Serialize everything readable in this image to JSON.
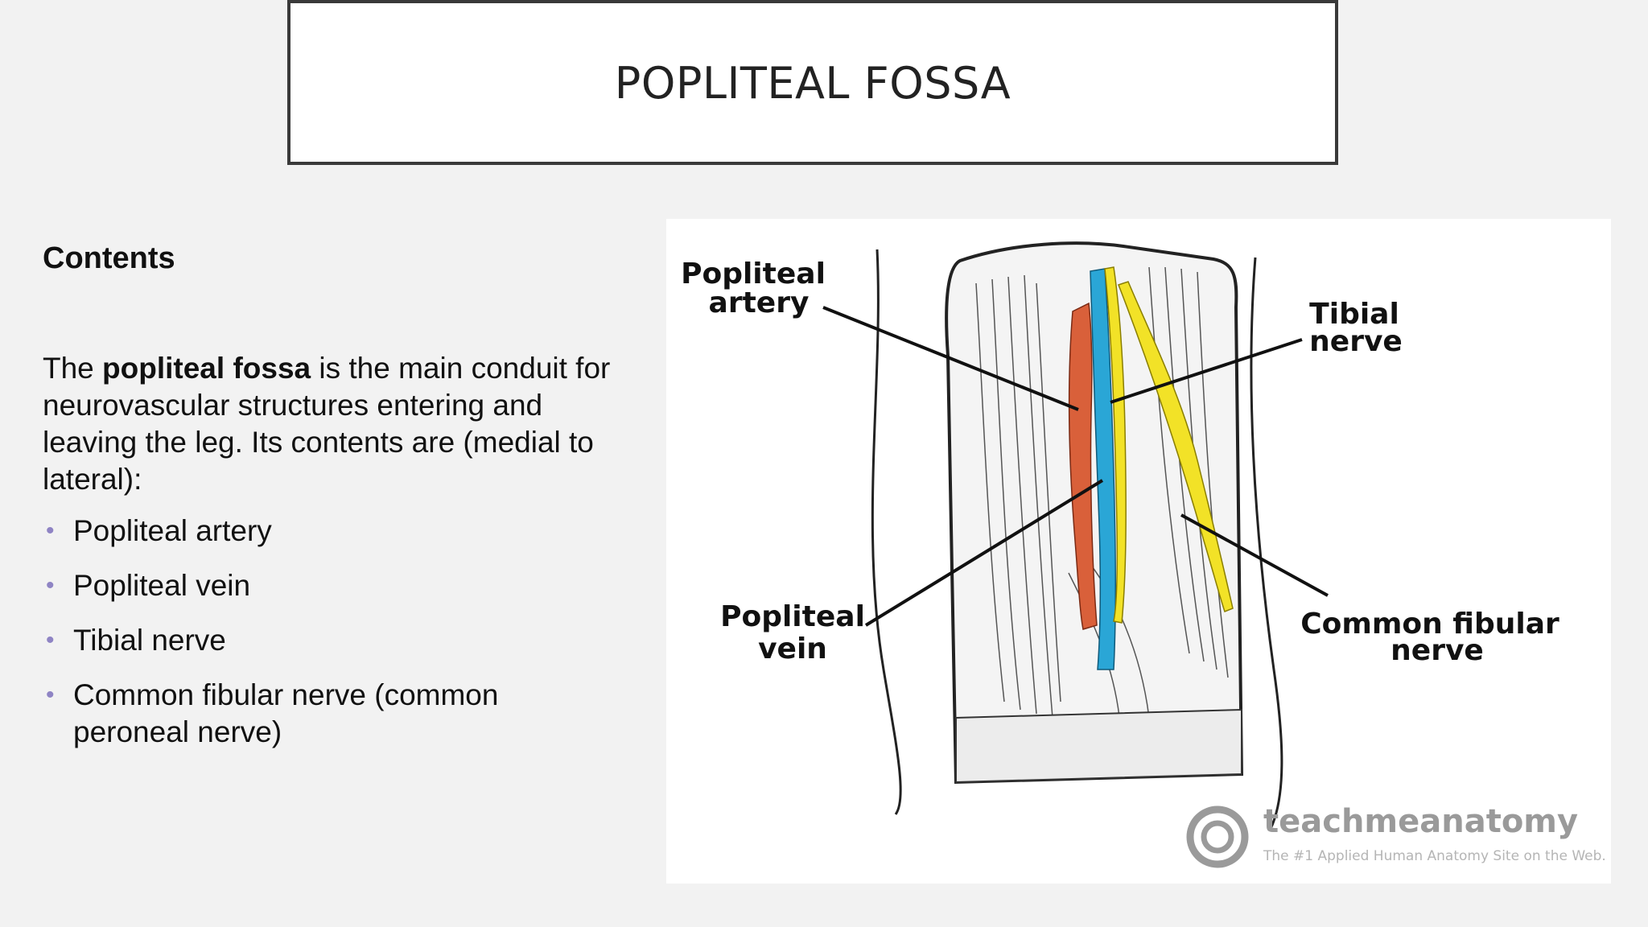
{
  "slide": {
    "title": "POPLITEAL FOSSA",
    "heading": "Contents",
    "paragraph": {
      "before": "The ",
      "bold": "popliteal fossa",
      "after": " is the main conduit for neurovascular structures entering and leaving the leg. Its contents are (medial to lateral):"
    },
    "bullets": [
      "Popliteal artery",
      "Popliteal vein",
      "Tibial nerve",
      "Common fibular nerve (common peroneal nerve)"
    ],
    "bullet_color": "#8f84c4"
  },
  "figure": {
    "labels": {
      "artery_line1": "Popliteal",
      "artery_line2": "artery",
      "tibial_line1": "Tibial",
      "tibial_line2": "nerve",
      "vein_line1": "Popliteal",
      "vein_line2": "vein",
      "fibular_line1": "Common fibular",
      "fibular_line2": "nerve"
    },
    "colors": {
      "artery": "#d9603a",
      "vein": "#2aa6d6",
      "nerve": "#f2e227"
    },
    "watermark": {
      "brand": "teachmeanatomy",
      "tagline": "The #1 Applied Human Anatomy Site on the Web."
    }
  }
}
